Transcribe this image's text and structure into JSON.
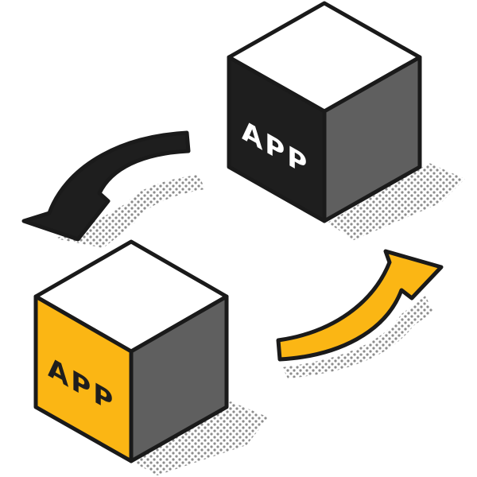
{
  "cubes": {
    "top": {
      "label": "APP"
    },
    "bottom": {
      "label": "APP"
    }
  },
  "colors": {
    "outline": "#1a1a1a",
    "cube_top_face": "#ffffff",
    "cube_side_face": "#5f5f5f",
    "dark_cube_front": "#1e1e1e",
    "dark_cube_text": "#ffffff",
    "yellow_cube_front": "#fbb614",
    "yellow_cube_text": "#1e1e1e",
    "arrow_dark": "#1e1e1e",
    "arrow_yellow": "#fbb614",
    "shadow_dots": "#8c8c8c"
  },
  "icons": {
    "arrow_left": "curved-arrow-down-left",
    "arrow_right": "curved-arrow-up-right"
  }
}
